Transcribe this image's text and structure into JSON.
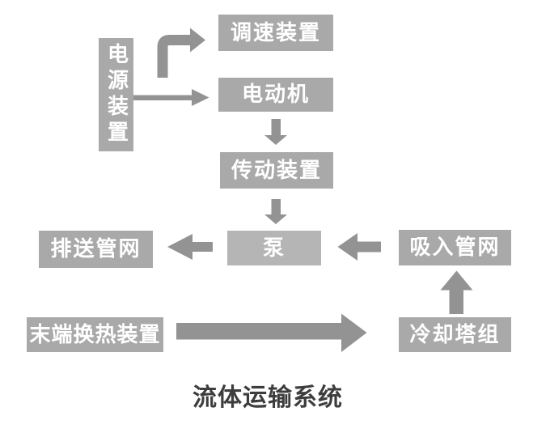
{
  "title": "流体运输系统",
  "colors": {
    "background": "#ffffff",
    "box": "#a9a9a9",
    "pump_box": "#b5b5b5",
    "arrow": "#939393",
    "box_text": "#ffffff",
    "title_text": "#3d3d3d"
  },
  "nodes": {
    "power_supply": "电源装置",
    "speed_control": "调速装置",
    "motor": "电动机",
    "transmission": "传动装置",
    "pump": "泵",
    "discharge_network": "排送管网",
    "suction_network": "吸入管网",
    "terminal_heat_exchanger": "末端换热装置",
    "cooling_tower_group": "冷却塔组"
  },
  "connections": [
    {
      "from": "电源装置",
      "to": "调速装置"
    },
    {
      "from": "电源装置",
      "to": "电动机"
    },
    {
      "from": "电动机",
      "to": "传动装置"
    },
    {
      "from": "传动装置",
      "to": "泵"
    },
    {
      "from": "泵",
      "to": "排送管网"
    },
    {
      "from": "吸入管网",
      "to": "泵"
    },
    {
      "from": "冷却塔组",
      "to": "吸入管网"
    },
    {
      "from": "末端换热装置",
      "to": "冷却塔组"
    }
  ]
}
